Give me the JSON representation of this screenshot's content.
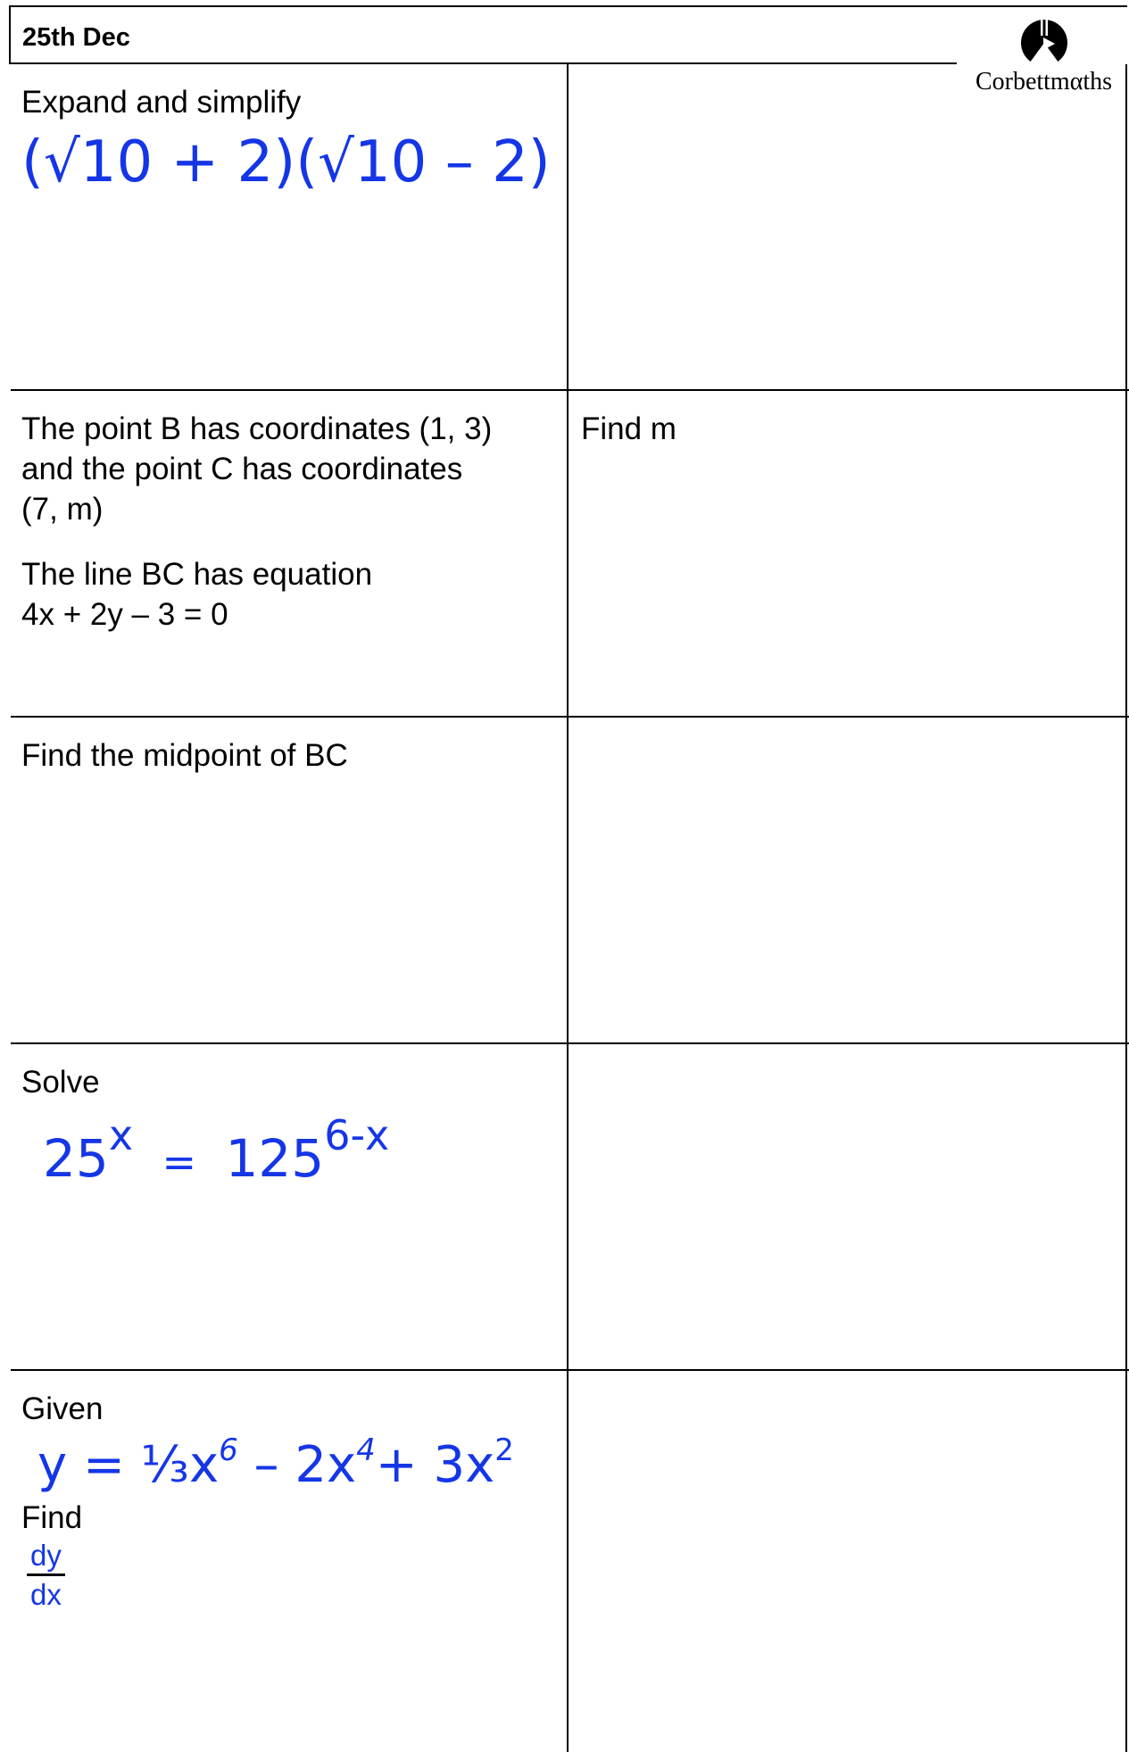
{
  "header": {
    "date": "25th Dec"
  },
  "logo": {
    "name": "Corbettmαths",
    "icon": "corbettmaths-logo-icon"
  },
  "questions": {
    "q1": {
      "prompt": "Expand and simplify",
      "expression": "(√10 + 2)(√10 – 2)"
    },
    "q2": {
      "text1": "The point B has coordinates (1, 3)",
      "text2": "and the point C has coordinates",
      "text3": "(7, m)",
      "text4": "The line BC has equation",
      "text5": "4x + 2y – 3 = 0",
      "right": "Find m"
    },
    "q3": {
      "prompt": "Find the midpoint of BC"
    },
    "q4": {
      "prompt": "Solve",
      "base1": "25",
      "exp1": "x",
      "eq": "=",
      "base2": "125",
      "exp2": "6-x"
    },
    "q5": {
      "prompt": "Given",
      "t0": "y = ⅓x",
      "e1": "6",
      "t1": " – 2x",
      "e2": "4",
      "t2": "+ 3x",
      "e3": "2",
      "find": "Find",
      "num": "dy",
      "den": "dx"
    }
  }
}
